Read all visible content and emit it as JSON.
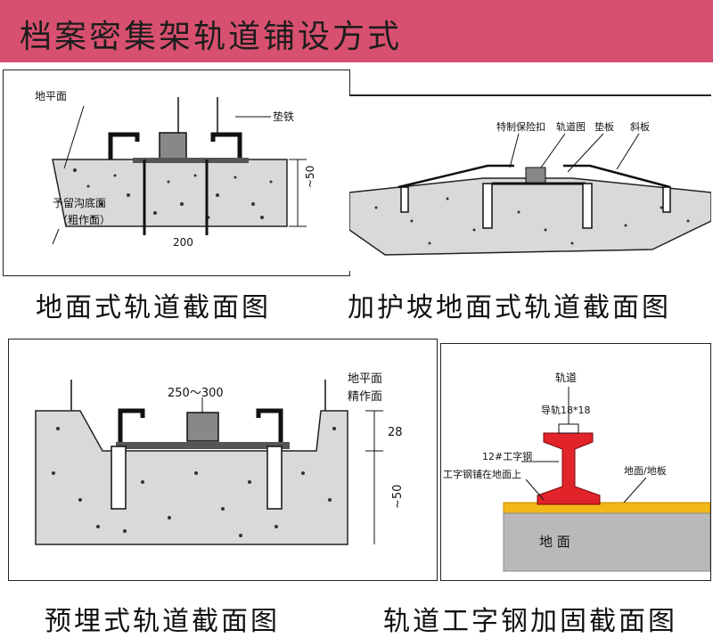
{
  "header": {
    "title": "档案密集架轨道铺设方式",
    "background": "#d8506f"
  },
  "panels": {
    "ground": {
      "caption": "地面式轨道截面图",
      "labels": {
        "ground_level": "地平面",
        "shim": "垫铁",
        "trench_bottom": "予留沟底面",
        "rough_surface": "（粗作面）",
        "depth": "~50",
        "width": "200"
      }
    },
    "ramp": {
      "caption": "加护坡地面式轨道截面图",
      "labels": {
        "safety_buckle": "特制保险扣",
        "rail": "轨道图",
        "shim": "垫板",
        "ramp": "斜板"
      }
    },
    "embedded": {
      "caption": "预埋式轨道截面图",
      "labels": {
        "span": "250～300",
        "ground_level": "地平面",
        "fine_surface": "精作面",
        "depth_top": "28",
        "depth": "~50"
      }
    },
    "ibeam": {
      "caption": "轨道工字钢加固截面图",
      "labels": {
        "rail": "轨道",
        "guide_rail": "导轨18*18",
        "steel": "12#工字钢",
        "laid_on_ground": "工字钢铺在地面上",
        "floor_board": "地面/地板",
        "ground": "地  面"
      },
      "colors": {
        "beam": "#e0242a",
        "floor": "#f2b818",
        "ground": "#b9b9b9"
      }
    }
  }
}
